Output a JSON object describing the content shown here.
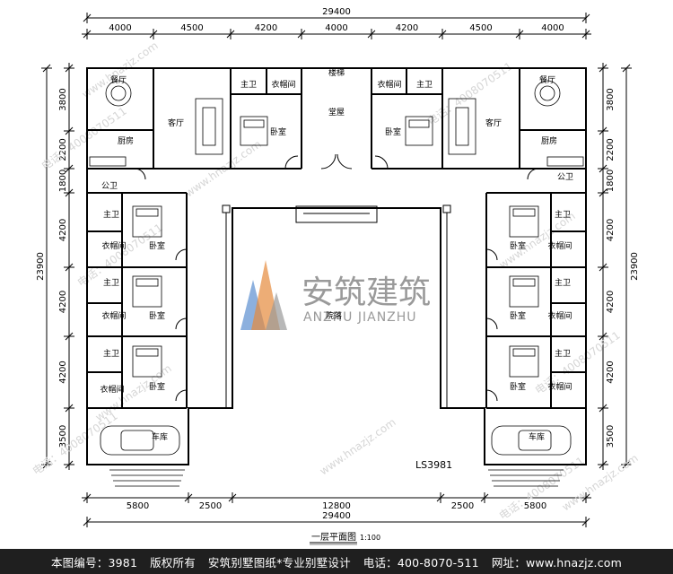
{
  "dimensions": {
    "top_total": "29400",
    "top_segments": [
      "4000",
      "4500",
      "4200",
      "4000",
      "4200",
      "4500",
      "4000"
    ],
    "left_total": "23900",
    "left_segments": [
      "3800",
      "2200",
      "1800",
      "4200",
      "4200",
      "4200",
      "3500"
    ],
    "right_total": "23900",
    "right_segments": [
      "3800",
      "2200",
      "1800",
      "4200",
      "4200",
      "4200",
      "3500"
    ],
    "bottom_segments": [
      "5800",
      "2500",
      "12800",
      "2500",
      "5800"
    ],
    "bottom_total": "29400"
  },
  "rooms": {
    "dining_left": "餐厅",
    "kitchen_left": "厨房",
    "living_left": "客厅",
    "bath_left_top": "主卫",
    "closet_left_top": "衣帽间",
    "bedroom_left_top": "卧室",
    "stair": "楼梯",
    "hall": "堂屋",
    "closet_right_top": "衣帽间",
    "bath_right_top": "主卫",
    "bedroom_right_top": "卧室",
    "living_right": "客厅",
    "dining_right": "餐厅",
    "kitchen_right": "厨房",
    "public_bath_left": "公卫",
    "public_bath_right": "公卫",
    "courtyard": "院落",
    "garage_left": "车库",
    "garage_right": "车库",
    "wing_left": [
      {
        "bath": "主卫",
        "closet": "衣帽间",
        "bedroom": "卧室"
      },
      {
        "bath": "主卫",
        "closet": "衣帽间",
        "bedroom": "卧室"
      },
      {
        "bath": "主卫",
        "closet": "衣帽间",
        "bedroom": "卧室"
      }
    ],
    "wing_right": [
      {
        "bath": "主卫",
        "closet": "衣帽间",
        "bedroom": "卧室"
      },
      {
        "bath": "主卫",
        "closet": "衣帽间",
        "bedroom": "卧室"
      },
      {
        "bath": "主卫",
        "closet": "衣帽间",
        "bedroom": "卧室"
      }
    ]
  },
  "drawing_code": "LS3981",
  "title": "一层平面图",
  "scale": "1:100",
  "watermark": {
    "brand_cn": "安筑建筑",
    "brand_en": "ANZHU JIANZHU",
    "site": "www.hnazjz.com",
    "phone": "电话：4008070511"
  },
  "footer": {
    "item1": "本图编号：3981",
    "item2": "版权所有",
    "item3": "安筑别墅图纸*专业别墅设计",
    "item4": "电话：400-8070-511",
    "item5": "网址：www.hnazjz.com"
  },
  "colors": {
    "wall": "#000000",
    "footer_bg": "#1f1f1f",
    "logo_orange": "#e58a3c",
    "logo_blue": "#5b8fd0",
    "logo_gray": "#9a9a9a"
  }
}
